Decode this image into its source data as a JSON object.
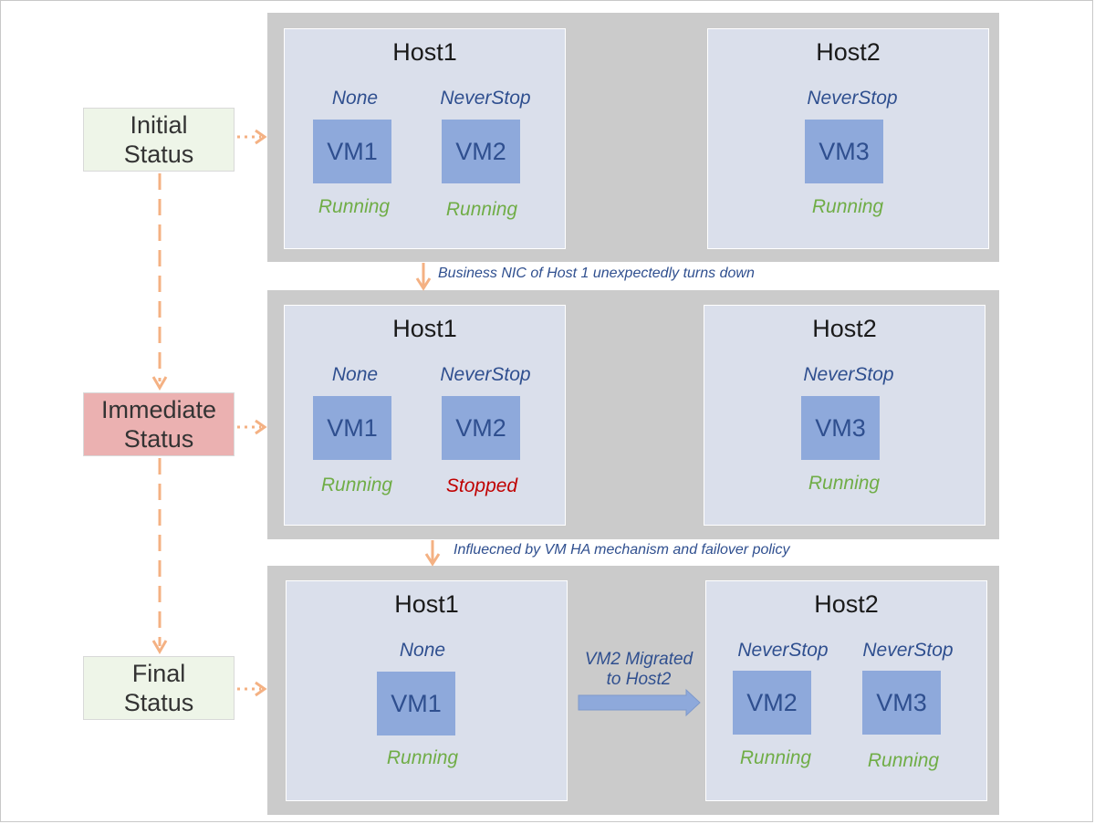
{
  "colors": {
    "initial_fill": "#eef5e8",
    "immediate_fill": "#ebb1b1",
    "final_fill": "#eef5e8",
    "running": "#70ad47",
    "stopped": "#c00000",
    "policy": "#2f4f8f",
    "vm_fill": "#8ea9db",
    "arrow_orange": "#f4b183",
    "migrate_arrow": "#8ea9db"
  },
  "statuses": {
    "initial": "Initial\nStatus",
    "immediate": "Immediate\nStatus",
    "final": "Final\nStatus"
  },
  "transitions": {
    "first": "Business NIC of Host 1 unexpectedly turns down",
    "second": "Influecned by VM HA mechanism and failover policy"
  },
  "rows": [
    {
      "hosts": [
        {
          "title": "Host1",
          "vms": [
            {
              "name": "VM1",
              "policy": "None",
              "state": "Running"
            },
            {
              "name": "VM2",
              "policy": "NeverStop",
              "state": "Running"
            }
          ]
        },
        {
          "title": "Host2",
          "vms": [
            {
              "name": "VM3",
              "policy": "NeverStop",
              "state": "Running"
            }
          ]
        }
      ]
    },
    {
      "hosts": [
        {
          "title": "Host1",
          "vms": [
            {
              "name": "VM1",
              "policy": "None",
              "state": "Running"
            },
            {
              "name": "VM2",
              "policy": "NeverStop",
              "state": "Stopped"
            }
          ]
        },
        {
          "title": "Host2",
          "vms": [
            {
              "name": "VM3",
              "policy": "NeverStop",
              "state": "Running"
            }
          ]
        }
      ]
    },
    {
      "hosts": [
        {
          "title": "Host1",
          "vms": [
            {
              "name": "VM1",
              "policy": "None",
              "state": "Running"
            }
          ]
        },
        {
          "title": "Host2",
          "vms": [
            {
              "name": "VM2",
              "policy": "NeverStop",
              "state": "Running"
            },
            {
              "name": "VM3",
              "policy": "NeverStop",
              "state": "Running"
            }
          ]
        }
      ]
    }
  ],
  "migration_note": "VM2 Migrated\nto Host2"
}
